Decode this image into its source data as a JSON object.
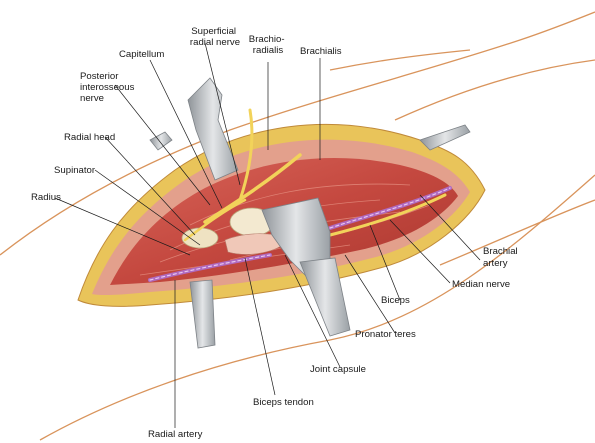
{
  "figure": {
    "labels": {
      "superficial_radial_nerve": [
        "Superficial",
        "radial nerve"
      ],
      "capitellum": "Capitellum",
      "brachioradialis": [
        "Brachio-",
        "radialis"
      ],
      "brachialis": "Brachialis",
      "posterior_interosseous_nerve": [
        "Posterior",
        "interosseous",
        "nerve"
      ],
      "radial_head": "Radial head",
      "supinator": "Supinator",
      "radius": "Radius",
      "brachial_artery": [
        "Brachial",
        "artery"
      ],
      "median_nerve": "Median nerve",
      "biceps": "Biceps",
      "pronator_teres": "Pronator teres",
      "joint_capsule": "Joint capsule",
      "biceps_tendon": "Biceps tendon",
      "radial_artery": "Radial artery"
    },
    "colors": {
      "skin_outline": "#d9945c",
      "fat": "#e9c45a",
      "muscle": "#c8544a",
      "muscle_light": "#e08a78",
      "nerve": "#f2d35a",
      "artery": "#b06ac0",
      "retractor": "#b8bcc0",
      "bone": "#efe2c2",
      "leader_line": "#1a1a1a"
    }
  }
}
